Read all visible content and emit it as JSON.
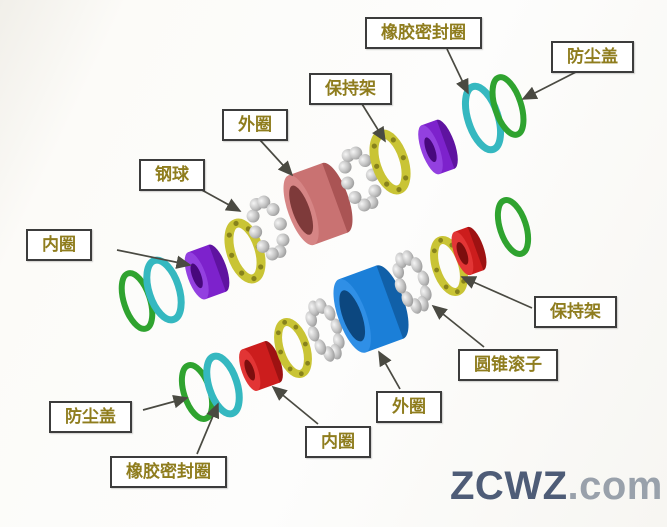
{
  "labels": [
    {
      "id": "rubber-seal-top",
      "text": "橡胶密封圈"
    },
    {
      "id": "dust-cover-top",
      "text": "防尘盖"
    },
    {
      "id": "cage-top",
      "text": "保持架"
    },
    {
      "id": "outer-ring-top",
      "text": "外圈"
    },
    {
      "id": "steel-ball",
      "text": "钢球"
    },
    {
      "id": "inner-ring-top",
      "text": "内圈"
    },
    {
      "id": "cage-bottom",
      "text": "保持架"
    },
    {
      "id": "tapered-roller",
      "text": "圆锥滚子"
    },
    {
      "id": "outer-ring-bottom",
      "text": "外圈"
    },
    {
      "id": "inner-ring-bottom",
      "text": "内圈"
    },
    {
      "id": "dust-cover-bottom",
      "text": "防尘盖"
    },
    {
      "id": "rubber-seal-bottom",
      "text": "橡胶密封圈"
    }
  ],
  "watermark": {
    "main": "ZCWZ",
    "suffix": ".com"
  },
  "colors": {
    "label_text": "#8f7d1e",
    "label_border": "#3c3c3c",
    "label_bg": "#ffffff",
    "arrow": "#4a4a42",
    "dust_cover": "#2fa32f",
    "rubber_seal": "#35b8c0",
    "inner_ring_top": "#7d22cc",
    "inner_ring_bottom": "#cc1d1d",
    "cage": "#c9c435",
    "rolling_element": "#bcbcbc",
    "outer_ring_top": "#c97272",
    "outer_ring_bottom": "#1b7fd8",
    "watermark_main": "#4e5c77",
    "watermark_suffix": "#99a1ab"
  }
}
